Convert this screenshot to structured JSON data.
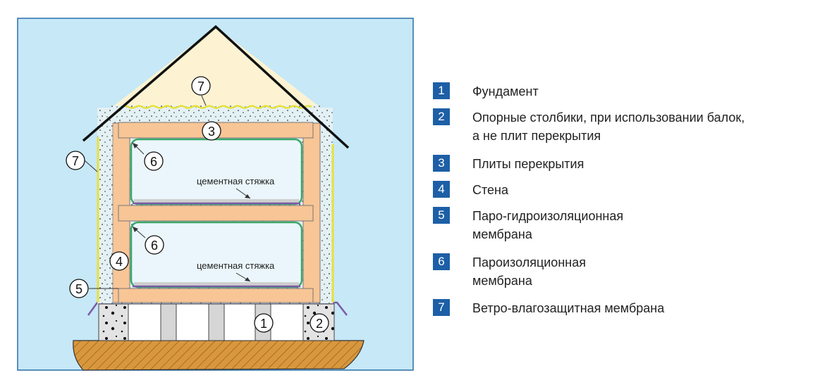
{
  "colors": {
    "sky": "#c6e8f7",
    "attic": "#fdf3d2",
    "insulation": "#e4f1f4",
    "wall": "#f8c596",
    "membrane_wind": "#e8e13a",
    "membrane_vapor": "#7a5aa6",
    "room_outline": "#3aa86a",
    "ground": "#d9973d",
    "legend_badge": "#1d5fa6"
  },
  "diagram": {
    "labels": {
      "attic_seven": "7",
      "left_seven": "7",
      "three": "3",
      "upper_six": "6",
      "lower_six": "6",
      "four": "4",
      "five": "5",
      "one": "1",
      "two": "2"
    },
    "screed_upper": "цементная стяжка",
    "screed_lower": "цементная стяжка"
  },
  "legend": [
    {
      "number": "1",
      "lines": [
        "Фундамент"
      ]
    },
    {
      "number": "2",
      "lines": [
        "Опорные столбики, при использовании балок,",
        "а не плит перекрытия"
      ]
    },
    {
      "number": "3",
      "lines": [
        "Плиты перекрытия"
      ]
    },
    {
      "number": "4",
      "lines": [
        "Стена"
      ]
    },
    {
      "number": "5",
      "lines": [
        "Паро-гидроизоляционная",
        "мембрана"
      ]
    },
    {
      "number": "6",
      "lines": [
        "Пароизоляционная",
        "мембрана"
      ]
    },
    {
      "number": "7",
      "lines": [
        "Ветро-влагозащитная мембрана"
      ]
    }
  ]
}
